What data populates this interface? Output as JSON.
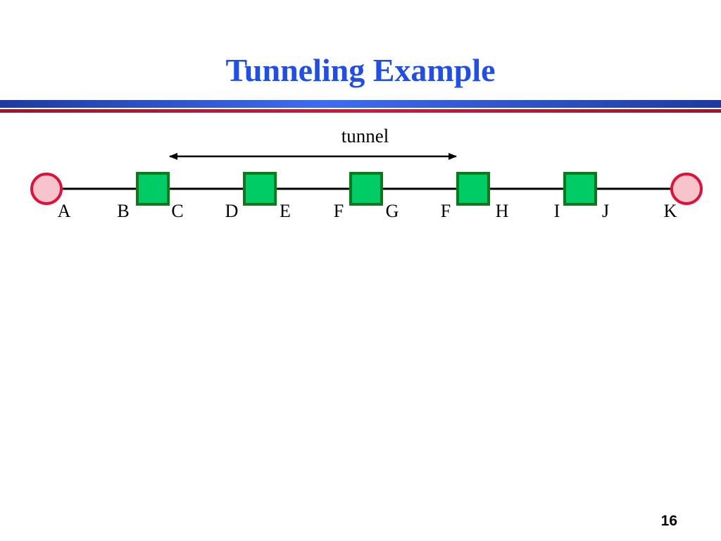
{
  "slide": {
    "title": "Tunneling Example",
    "page_number": "16"
  },
  "colors": {
    "title": "#1f4ee8",
    "rule_blue": "#1e3aa0",
    "rule_red": "#d4163c",
    "host_fill": "#f7c4cc",
    "host_stroke": "#e0103a",
    "router_fill": "#00cc66",
    "router_stroke": "#0a7a1c",
    "link": "#000000"
  },
  "diagram": {
    "tunnel_label": "tunnel",
    "tunnel": {
      "from_router": 1,
      "to_router": 3
    },
    "nodes": [
      {
        "kind": "host",
        "icon": "host-circle-icon"
      },
      {
        "kind": "router",
        "icon": "router-square-icon"
      },
      {
        "kind": "router",
        "icon": "router-square-icon"
      },
      {
        "kind": "router",
        "icon": "router-square-icon"
      },
      {
        "kind": "router",
        "icon": "router-square-icon"
      },
      {
        "kind": "router",
        "icon": "router-square-icon"
      },
      {
        "kind": "host",
        "icon": "host-circle-icon"
      }
    ],
    "labels": [
      "A",
      "B",
      "C",
      "D",
      "E",
      "F",
      "G",
      "F",
      "H",
      "I",
      "J",
      "K"
    ]
  }
}
